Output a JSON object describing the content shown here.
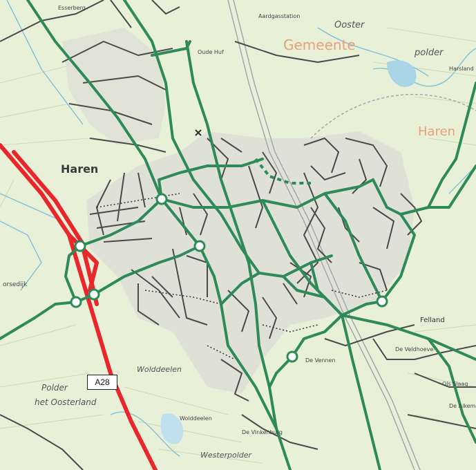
{
  "colors": {
    "background": "#e9f0d8",
    "fields": "#e4edcf",
    "built_up": "#d9dcd6",
    "water": "#a8d4e6",
    "ditch": "#7fc1da",
    "road_dark": "#555555",
    "green_route": "#2e8b57",
    "motorway": "#e8262b",
    "node_fill": "#ffffff",
    "municipality_label": "#e9a07a",
    "railway": "#9aa0a6"
  },
  "labels": {
    "town_big": "Haren",
    "municipality": "Gemeente",
    "municipality_town": "Haren",
    "oosterpolder_top": "Ooster",
    "polder_top": "polder",
    "polder_bottom": "Polder",
    "oosterland": "het Oosterland",
    "wolddeelen": "Wolddeelen",
    "westerpolder": "Westerpolder",
    "felland": "Felland",
    "motorway_shield": "A28",
    "oude_huf": "Oude Huf",
    "esserberg": "Esserberg",
    "aardgasstation": "Aardgasstation",
    "harsland": "Harsland",
    "orsedijk": "orsedijk",
    "de_kamp": "De Vennen",
    "veldiceve": "De Veldhoeve",
    "ols_slaag": "Ols Slaag",
    "de_alkema": "De Alkema",
    "de_wolddeelen": "Wolddeelen",
    "vinkenburg": "De Vinkenburg"
  },
  "icons": {
    "node": "circle-node-icon",
    "church": "church-icon"
  }
}
